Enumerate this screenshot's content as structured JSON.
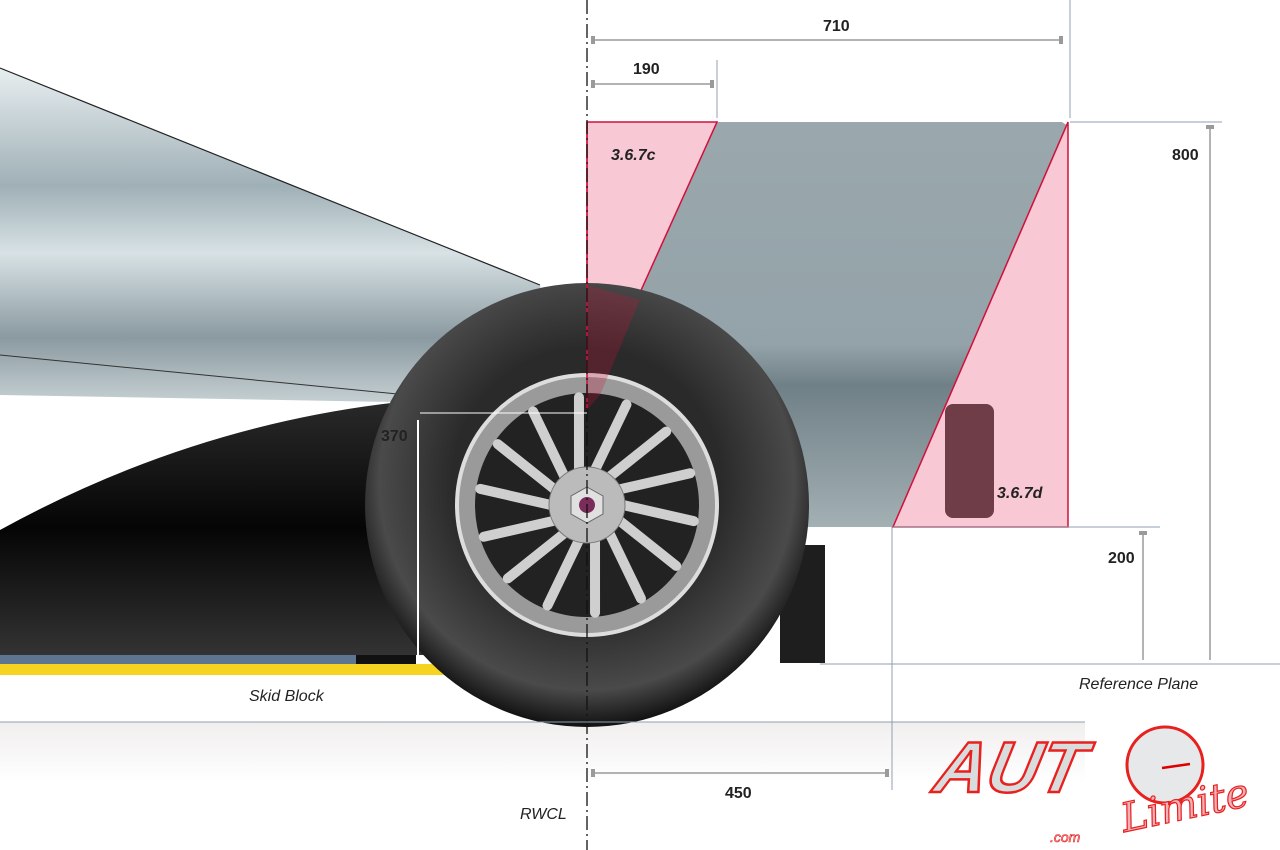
{
  "dimensions": {
    "d710": "710",
    "d190": "190",
    "d800": "800",
    "d200": "200",
    "d370": "370",
    "d450": "450"
  },
  "regions": {
    "upper": "3.6.7c",
    "lower": "3.6.7d"
  },
  "labels": {
    "skid_block": "Skid Block",
    "reference_plane": "Reference Plane",
    "rwcl": "RWCL"
  },
  "logo": {
    "text": "AUTO Limite .com"
  },
  "colors": {
    "exclusion_zone": "#f7c3cf",
    "zone_outline": "#d0103a",
    "bodywork": "#97a5ab",
    "tyre": "#1c1c1c"
  }
}
